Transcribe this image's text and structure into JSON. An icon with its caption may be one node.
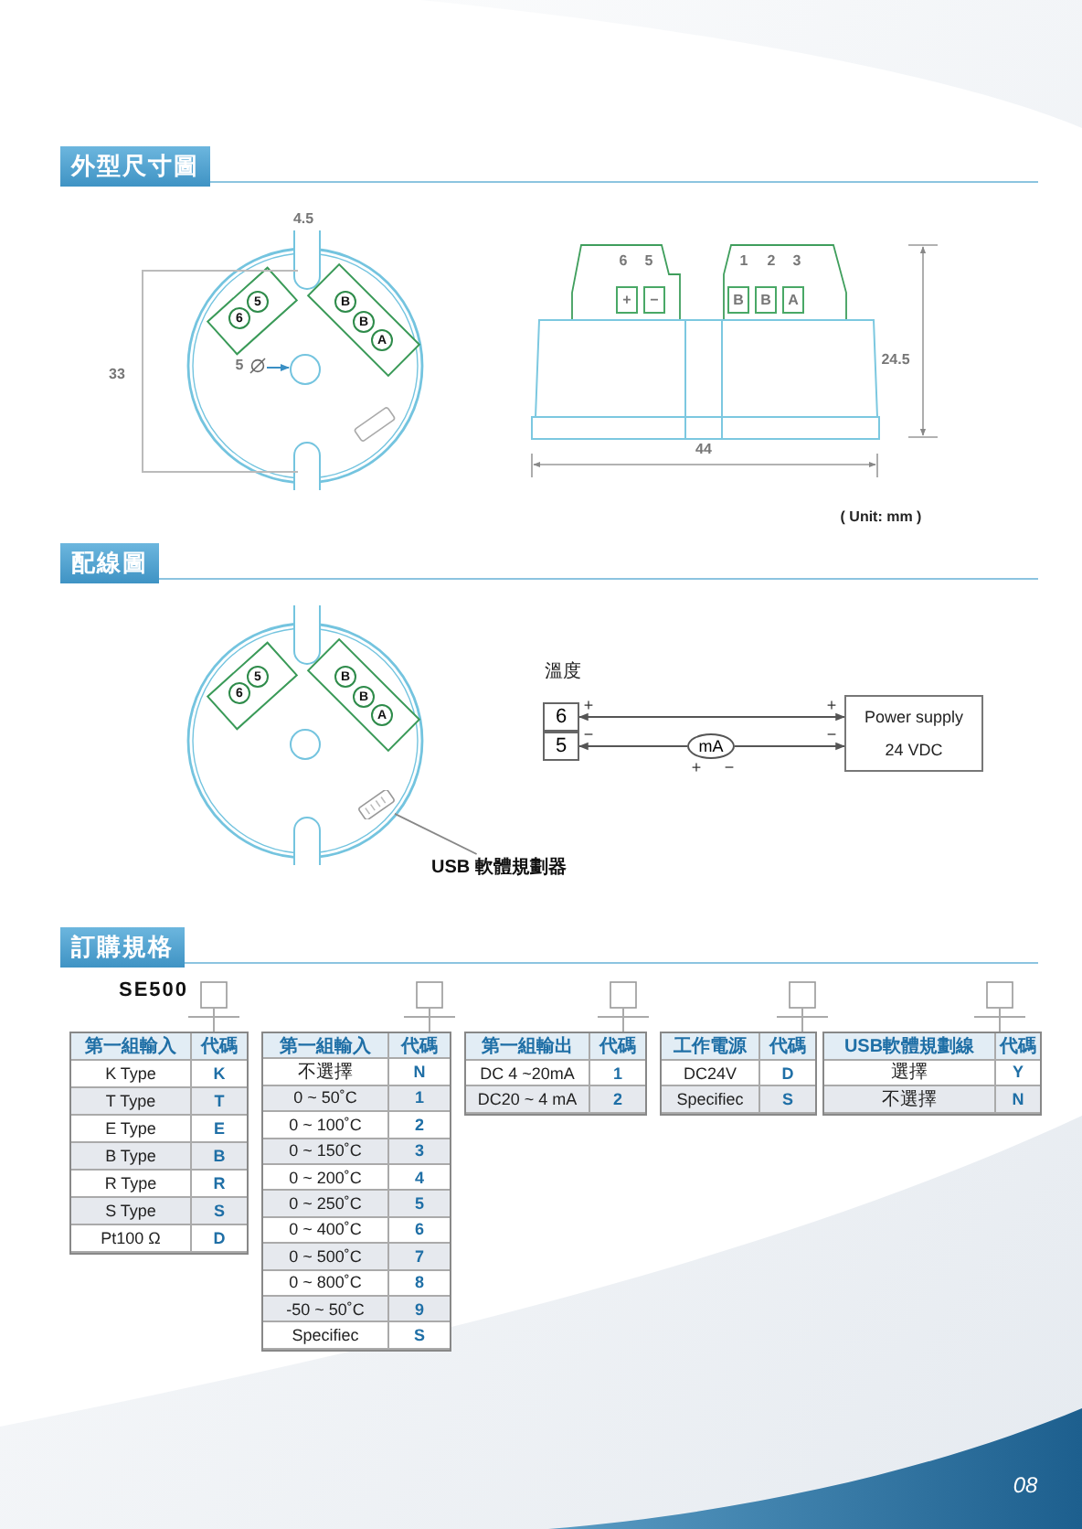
{
  "diagram": {
    "nodes": [
      {
        "text": [
          "6"
        ]
      },
      {
        "text": [
          "5"
        ]
      },
      {
        "text": [
          "Power supply",
          "24 VDC"
        ]
      },
      {
        "text": [
          "mA"
        ],
        "beside": [
          "+",
          "−"
        ]
      },
      {
        "text": [
          "USB 軟體規劃器"
        ]
      },
      {
        "text": [],
        "shape": "box"
      }
    ],
    "edges": [
      {
        "from": 0,
        "to": 2,
        "arrow": "both"
      },
      {
        "from": 3,
        "to": 1,
        "arrow": "to"
      },
      {
        "from": 3,
        "to": 2,
        "arrow": "to"
      },
      {
        "from": 4,
        "to": 5,
        "arrow": "none"
      }
    ],
    "labels": [
      "外型尺寸圖",
      "4.5",
      "6",
      "5",
      "B",
      "B",
      "A",
      "5",
      "33",
      "6",
      "5",
      "1",
      "2",
      "3",
      "+",
      "−",
      "B",
      "B",
      "A",
      "24.5",
      "44",
      "( Unit: mm )",
      "配線圖",
      "6",
      "5",
      "B",
      "B",
      "A",
      "溫度",
      "+",
      "+",
      "−",
      "−",
      "訂購規格",
      "SE500",
      "第一組輸入",
      "代碼",
      "K Type",
      "K",
      "T Type",
      "T",
      "E Type",
      "E",
      "B Type",
      "B",
      "R Type",
      "R",
      "S Type",
      "S",
      "Pt100 Ω",
      "D",
      "第一組輸入",
      "代碼",
      "不選擇",
      "N",
      "0 ~  50˚C",
      "1",
      "0 ~ 100˚C",
      "2",
      "0 ~ 150˚C",
      "3",
      "0 ~ 200˚C",
      "4",
      "0 ~ 250˚C",
      "5",
      "0 ~ 400˚C",
      "6",
      "0 ~ 500˚C",
      "7",
      "0 ~ 800˚C",
      "8",
      "-50 ~ 50˚C",
      "9",
      "Specifiec",
      "S",
      "第一組輸出",
      "代碼",
      "DC 4  ~20mA",
      "1",
      "DC20 ~  4 mA",
      "2",
      "工作電源",
      "代碼",
      "DC24V",
      "D",
      "Specifiec",
      "S",
      "USB軟體規劃線",
      "代碼",
      "選擇",
      "Y",
      "不選擇",
      "N",
      "08"
    ]
  }
}
